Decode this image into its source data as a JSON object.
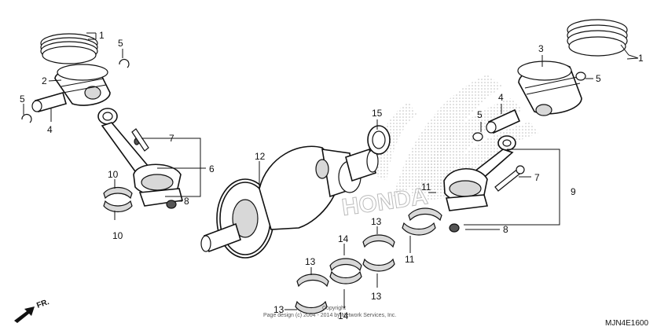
{
  "diagram": {
    "callouts": {
      "c1a": "1",
      "c1b": "1",
      "c2": "2",
      "c3": "3",
      "c4a": "4",
      "c4b": "4",
      "c5a": "5",
      "c5b": "5",
      "c5c": "5",
      "c5d": "5",
      "c6": "6",
      "c7a": "7",
      "c7b": "7",
      "c8a": "8",
      "c8b": "8",
      "c9": "9",
      "c10a": "10",
      "c10b": "10",
      "c11a": "11",
      "c11b": "11",
      "c12": "12",
      "c13a": "13",
      "c13b": "13",
      "c13c": "13",
      "c13d": "13",
      "c14a": "14",
      "c14b": "14",
      "c15": "15"
    },
    "direction_label": "FR.",
    "copyright_line1": "Copyright",
    "copyright_line2": "Page design (c) 2004 - 2014 by Network Services, Inc.",
    "diagram_code": "MJN4E1600",
    "watermark_text": "HONDA"
  }
}
